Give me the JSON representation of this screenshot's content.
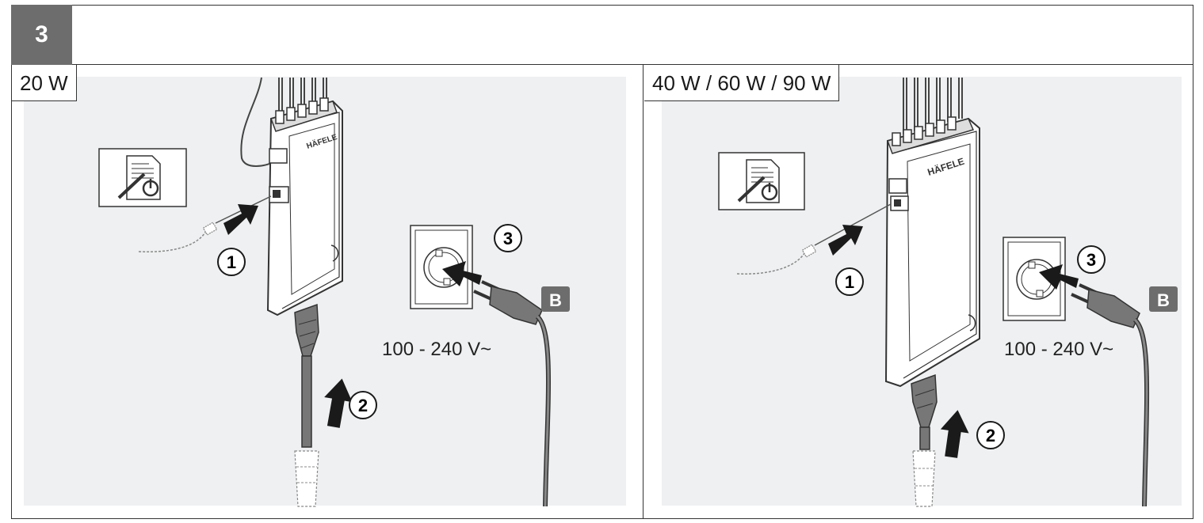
{
  "step_number": "3",
  "panels": [
    {
      "label": "20 W",
      "voltage": "100 - 240 V~",
      "brand": "HÄFELE",
      "callouts": [
        "1",
        "2",
        "3"
      ],
      "plug_label": "B"
    },
    {
      "label": "40 W / 60 W / 90 W",
      "voltage": "100 - 240 V~",
      "brand": "HÄFELE",
      "callouts": [
        "1",
        "2",
        "3"
      ],
      "plug_label": "B"
    }
  ],
  "icons": [
    "document-screwdriver-power-icon",
    "arrow-icon",
    "wall-socket-icon",
    "euro-plug-icon",
    "power-supply-icon",
    "rj-connector-icon"
  ]
}
